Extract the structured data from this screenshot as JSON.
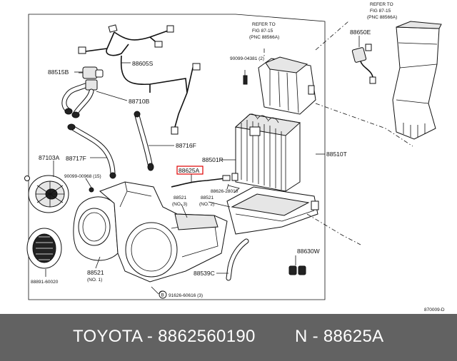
{
  "labels": {
    "refer_left_1": "REFER TO",
    "refer_left_2": "FIG 87-15",
    "refer_left_3": "(PNC 88566A)",
    "refer_right_1": "REFER TO",
    "refer_right_2": "FIG 87-15",
    "refer_right_3": "(PNC 88566A)",
    "p88650e": "88650E",
    "p88605s": "88605S",
    "p88515b": "88515B",
    "p88710b": "88710B",
    "p90099_04381": "90099-04381 (2)",
    "p88716f": "88716F",
    "p88717f": "88717F",
    "p87103a": "87103A",
    "p88501r": "88501R",
    "p88510t": "88510T",
    "p88625a": "88625A",
    "p90099_00968": "90099-00968 (15)",
    "p88626_28010": "88626-28010",
    "p88521_no3_num": "88521",
    "p88521_no3_sub": "(NO. 3)",
    "p88521_no2_num": "88521",
    "p88521_no2_sub": "(NO. 2)",
    "p88630w": "88630W",
    "p88891_60020": "88891-60020",
    "p88521_no1_num": "88521",
    "p88521_no1_sub": "(NO. 1)",
    "p88539c": "88539C",
    "bolt_mark": "B",
    "p91626_60616": "91626-60616 (3)",
    "diagram_code": "870009-D"
  },
  "footer": {
    "brand_number": "TOYOTA - 8862560190",
    "part_code": "N - 88625A"
  },
  "colors": {
    "highlight": "#e00000",
    "footer_bg": "#626262",
    "footer_text": "#ffffff"
  }
}
